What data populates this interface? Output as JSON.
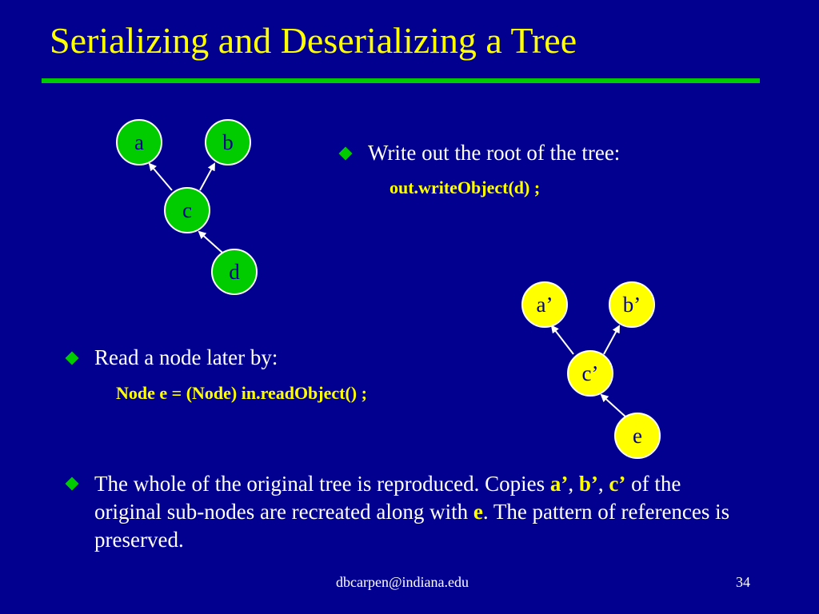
{
  "slide": {
    "title": "Serializing and Deserializing a Tree",
    "colors": {
      "background": "#02018f",
      "title": "#ffff00",
      "rule": "#00cc00",
      "bullet": "#00cc00",
      "code": "#ffff00",
      "node_green": "#00cc00",
      "node_yellow": "#ffff00"
    }
  },
  "original_tree": {
    "nodes": [
      "a",
      "b",
      "c",
      "d"
    ]
  },
  "copied_tree": {
    "nodes": [
      "a’",
      "b’",
      "c’",
      "e"
    ]
  },
  "bullets": [
    {
      "text": "Write out the root of the tree:",
      "code": "out.writeObject(d) ;",
      "icon": "diamond-bullet-icon"
    },
    {
      "text": "Read a node later by:",
      "code": "Node e = (Node) in.readObject() ;",
      "icon": "diamond-bullet-icon"
    },
    {
      "icon": "diamond-bullet-icon",
      "p1": "The whole of the original tree is reproduced.  Copies ",
      "h1": "a’",
      "p2": ", ",
      "h2": "b’",
      "p3": ", ",
      "h3": "c’",
      "p4": " of the original sub-nodes are recreated along with ",
      "h4": "e",
      "p5": ". The pattern of references is preserved."
    }
  ],
  "footer": {
    "email": "dbcarpen@indiana.edu",
    "page": "34"
  }
}
